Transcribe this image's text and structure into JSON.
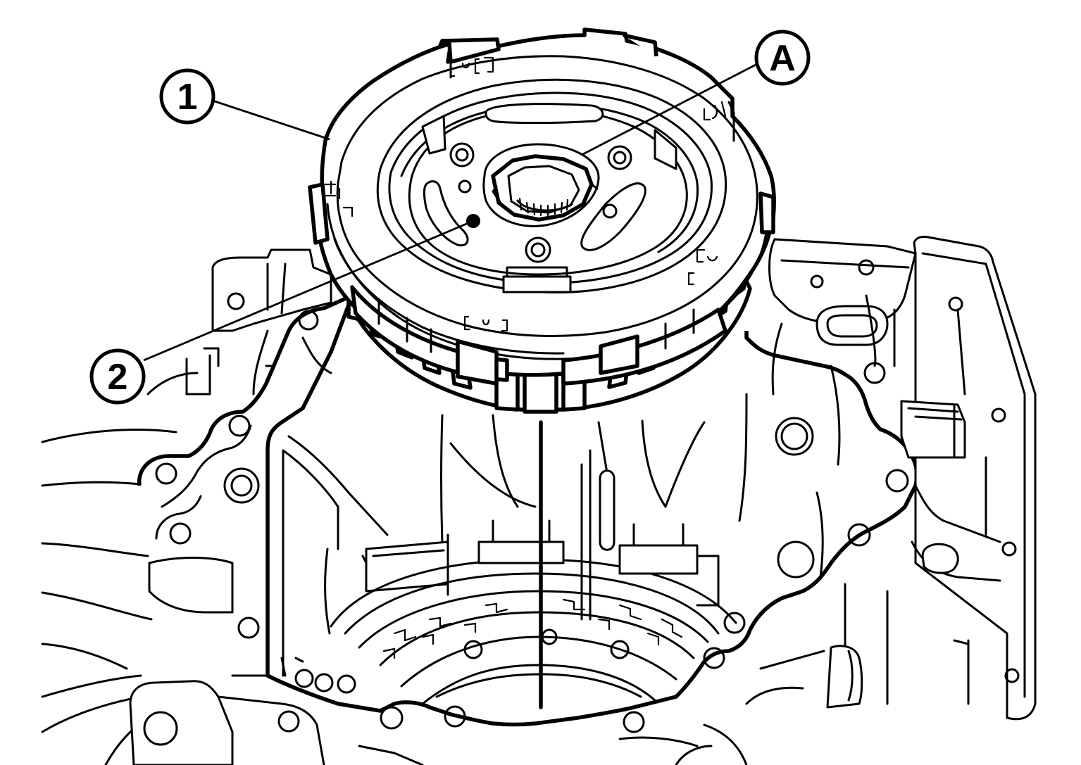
{
  "callouts": {
    "part_1": {
      "label": "1"
    },
    "part_2": {
      "label": "2"
    },
    "point_a": {
      "label": "A"
    }
  },
  "colors": {
    "line": "#000000",
    "background": "#ffffff"
  }
}
